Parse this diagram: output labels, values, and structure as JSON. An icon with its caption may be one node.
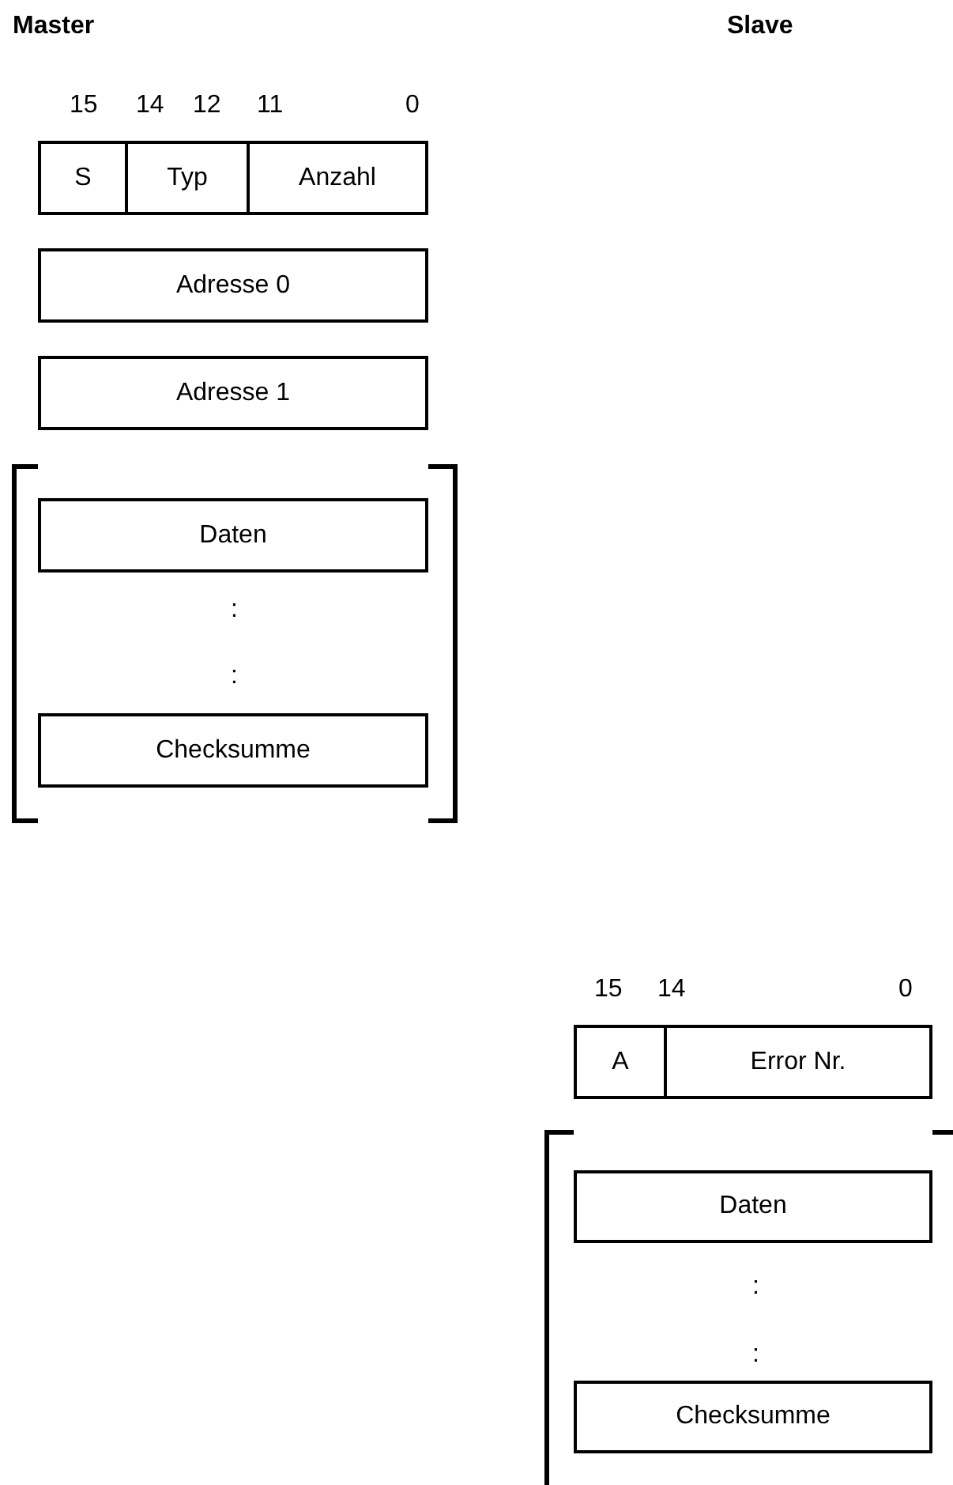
{
  "diagram": {
    "nodes": [
      {
        "text": [
          "S"
        ]
      },
      {
        "text": [
          "Typ"
        ]
      },
      {
        "text": [
          "Anzahl"
        ]
      },
      {
        "text": [
          "Adresse 0"
        ]
      },
      {
        "text": [
          "Adresse 1"
        ]
      },
      {
        "text": [
          "Daten"
        ]
      },
      {
        "text": [
          "Checksumme"
        ]
      },
      {
        "text": [
          "A"
        ]
      },
      {
        "text": [
          "Error Nr."
        ]
      },
      {
        "text": [
          "Daten"
        ]
      },
      {
        "text": [
          "Checksumme"
        ]
      }
    ],
    "edges": [],
    "labels": [
      "Master",
      "Slave",
      "15",
      "14",
      "12",
      "11",
      "0",
      ":",
      ":",
      "15",
      "14",
      "0",
      ":",
      ":"
    ]
  }
}
